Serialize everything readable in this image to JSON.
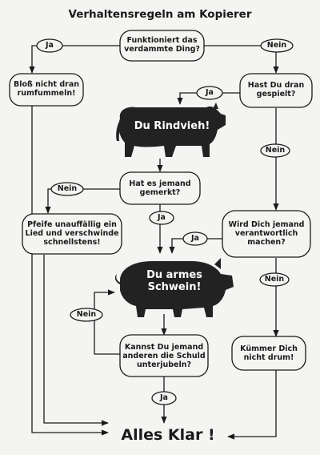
{
  "title": "Verhaltensregeln am Kopierer",
  "nodes": {
    "start_question": "Funktioniert das\nverdammte Ding?",
    "dont_touch": "Bloß nicht dran\nrumfummeln!",
    "did_you_touch": "Hast Du dran\ngespielt?",
    "cow_text": "Du Rindvieh!",
    "noticed_question": "Hat es jemand\ngemerkt?",
    "whistle": "Pfeife unauffällig ein\nLied und verschwinde\nschnellstens!",
    "blamed_question": "Wird Dich jemand\nverantwortlich\nmachen?",
    "pig_text": "Du armes\nSchwein!",
    "shift_blame": "Kannst Du jemand\nanderen die Schuld\nunterjubeln?",
    "dont_care": "Kümmer Dich\nnicht drum!",
    "final": "Alles Klar !"
  },
  "edge_labels": {
    "yes": "Ja",
    "no": "Nein"
  },
  "colors": {
    "ink": "#1a1a1a",
    "paper": "#f4f4f2",
    "animal": "#222222"
  },
  "icons": [
    "cow-silhouette",
    "pig-silhouette"
  ]
}
